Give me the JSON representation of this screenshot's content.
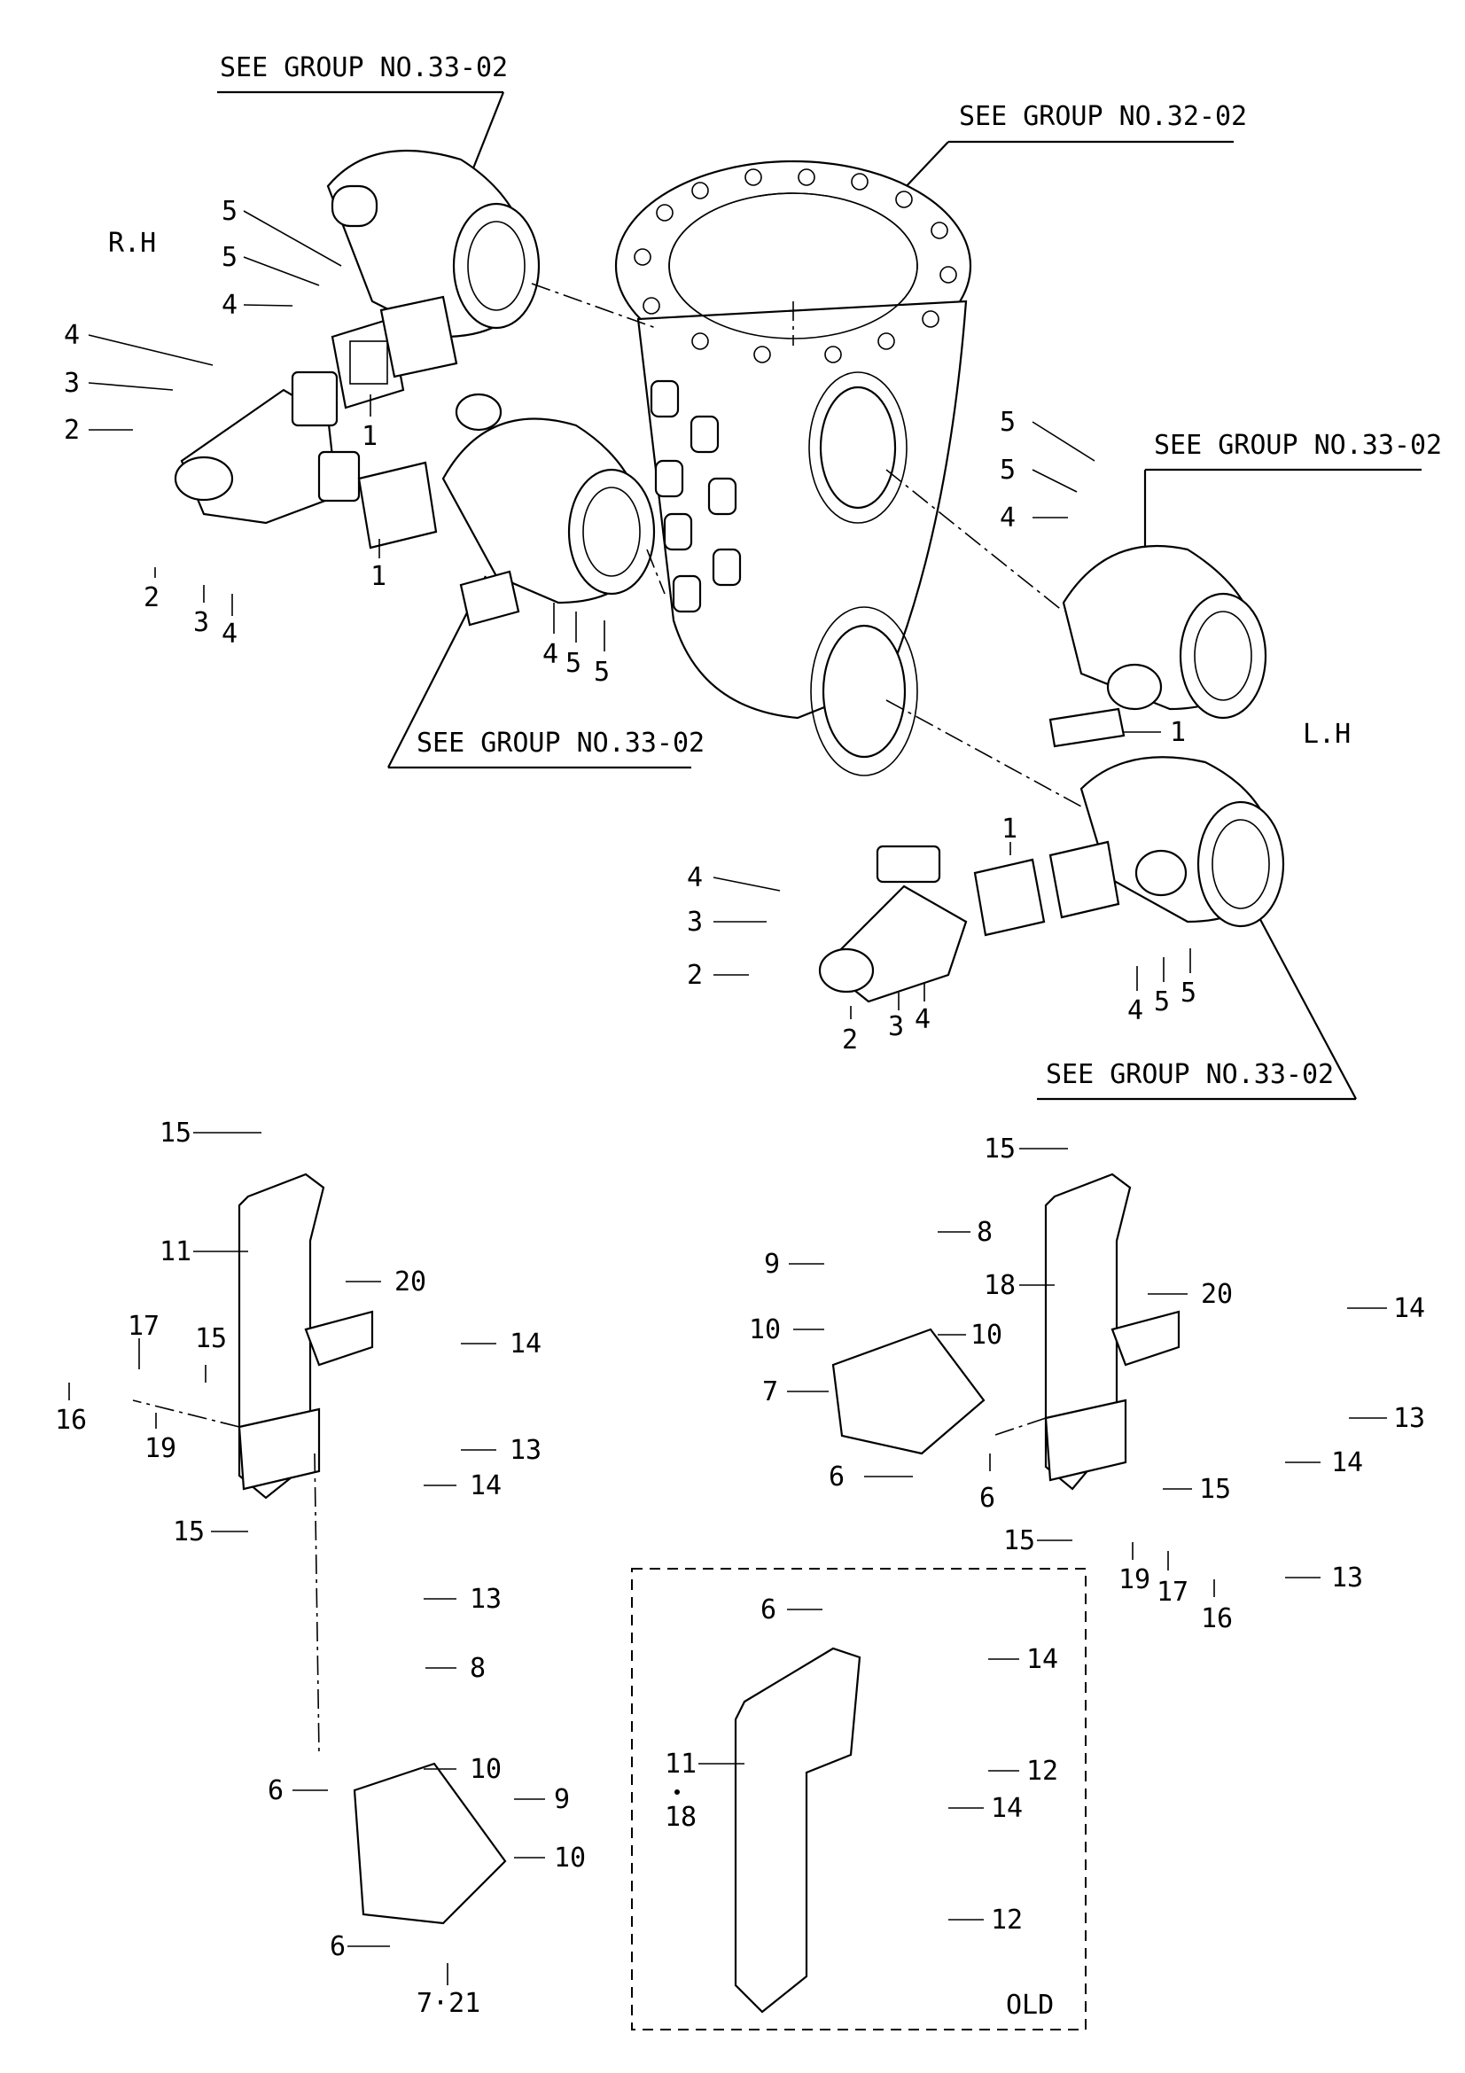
{
  "references": {
    "see_33_02_top": "SEE GROUP NO.33-02",
    "see_32_02": "SEE GROUP NO.32-02",
    "see_33_02_right": "SEE GROUP NO.33-02",
    "see_33_02_mid": "SEE GROUP NO.33-02",
    "see_33_02_bottom": "SEE GROUP NO.33-02"
  },
  "sides": {
    "right_hand": "R.H",
    "left_hand": "L.H"
  },
  "old_box_label": "OLD",
  "callouts": [
    {
      "n": "5"
    },
    {
      "n": "5"
    },
    {
      "n": "4"
    },
    {
      "n": "4"
    },
    {
      "n": "3"
    },
    {
      "n": "2"
    },
    {
      "n": "1"
    },
    {
      "n": "1"
    },
    {
      "n": "2"
    },
    {
      "n": "3"
    },
    {
      "n": "4"
    },
    {
      "n": "4"
    },
    {
      "n": "5"
    },
    {
      "n": "5"
    },
    {
      "n": "5"
    },
    {
      "n": "5"
    },
    {
      "n": "4"
    },
    {
      "n": "1"
    },
    {
      "n": "4"
    },
    {
      "n": "3"
    },
    {
      "n": "2"
    },
    {
      "n": "1"
    },
    {
      "n": "2"
    },
    {
      "n": "3"
    },
    {
      "n": "4"
    },
    {
      "n": "4"
    },
    {
      "n": "5"
    },
    {
      "n": "5"
    },
    {
      "n": "15"
    },
    {
      "n": "11"
    },
    {
      "n": "20"
    },
    {
      "n": "17"
    },
    {
      "n": "15"
    },
    {
      "n": "14"
    },
    {
      "n": "16"
    },
    {
      "n": "19"
    },
    {
      "n": "13"
    },
    {
      "n": "14"
    },
    {
      "n": "15"
    },
    {
      "n": "13"
    },
    {
      "n": "8"
    },
    {
      "n": "10"
    },
    {
      "n": "9"
    },
    {
      "n": "6"
    },
    {
      "n": "10"
    },
    {
      "n": "6"
    },
    {
      "n": "7·21"
    },
    {
      "n": "15"
    },
    {
      "n": "8"
    },
    {
      "n": "9"
    },
    {
      "n": "18"
    },
    {
      "n": "20"
    },
    {
      "n": "14"
    },
    {
      "n": "10"
    },
    {
      "n": "10"
    },
    {
      "n": "7"
    },
    {
      "n": "13"
    },
    {
      "n": "6"
    },
    {
      "n": "6"
    },
    {
      "n": "14"
    },
    {
      "n": "15"
    },
    {
      "n": "15"
    },
    {
      "n": "13"
    },
    {
      "n": "19"
    },
    {
      "n": "17"
    },
    {
      "n": "16"
    },
    {
      "n": "6"
    },
    {
      "n": "14"
    },
    {
      "n": "11"
    },
    {
      "n": "18"
    },
    {
      "n": "12"
    },
    {
      "n": "14"
    },
    {
      "n": "12"
    }
  ]
}
